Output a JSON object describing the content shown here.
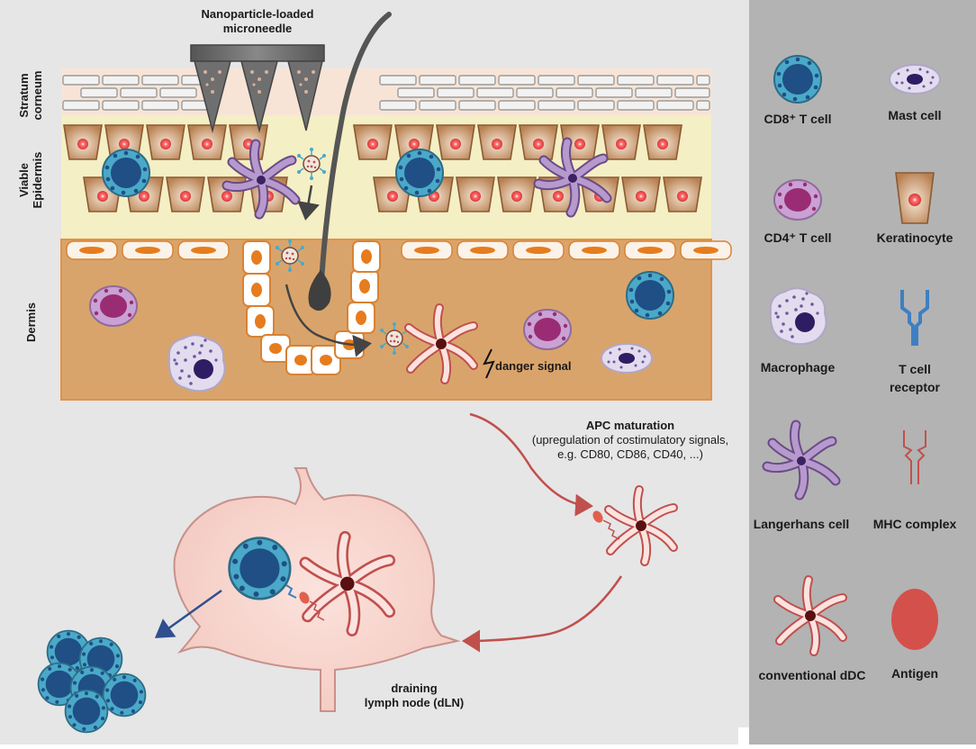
{
  "diagram": {
    "microneedle_label": "Nanoparticle-loaded microneedle",
    "microneedle_line1": "Nanoparticle-loaded",
    "microneedle_line2": "microneedle",
    "layers": {
      "stratum_corneum_1": "Stratum",
      "stratum_corneum_2": "corneum",
      "viable_epidermis_1": "Viable",
      "viable_epidermis_2": "Epidermis",
      "dermis": "Dermis"
    },
    "danger_signal": "danger signal",
    "apc_maturation_title": "APC maturation",
    "apc_maturation_line1": "(upregulation of costimulatory signals,",
    "apc_maturation_line2": "e.g. CD80, CD86, CD40, ...)",
    "lymph_node_line1": "draining",
    "lymph_node_line2": "lymph node (dLN)"
  },
  "legend": {
    "cd8": "CD8⁺ T cell",
    "mast": "Mast cell",
    "cd4": "CD4⁺ T cell",
    "keratinocyte": "Keratinocyte",
    "macrophage": "Macrophage",
    "tcr_line1": "T cell",
    "tcr_line2": "receptor",
    "langerhans": "Langerhans cell",
    "mhc": "MHC complex",
    "ddc": "conventional dDC",
    "antigen": "Antigen"
  },
  "colors": {
    "background": "#e6e6e6",
    "legend_panel": "#b3b3b3",
    "stratum_corneum": "#f8e4d6",
    "epidermis": "#f4efc4",
    "dermis": "#d9a46b",
    "accent_arrow": "#c0504d",
    "t_cell_blue": "#4aa9c8"
  }
}
